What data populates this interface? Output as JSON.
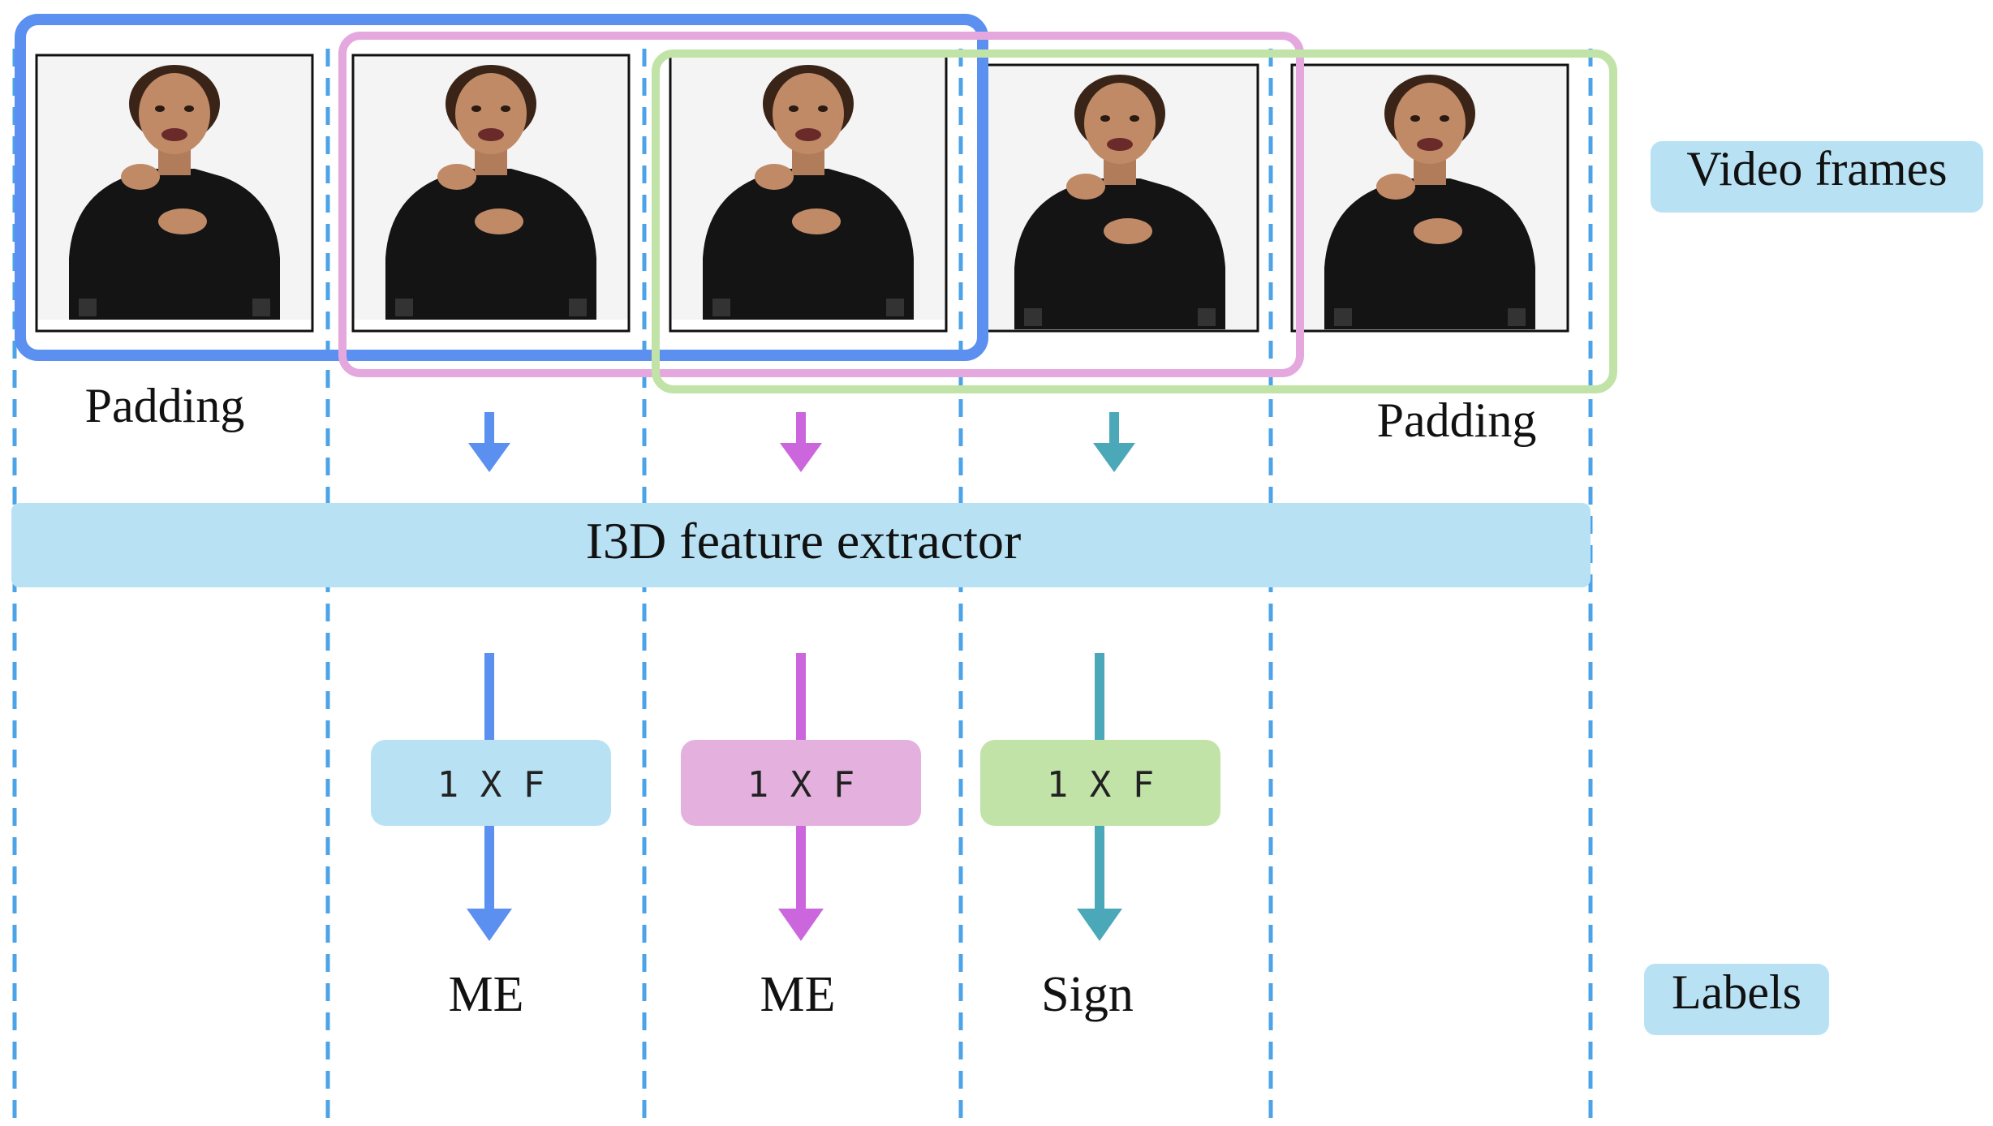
{
  "video_frames_label": "Video frames",
  "labels_label": "Labels",
  "padding_left": "Padding",
  "padding_right": "Padding",
  "extractor_label": "I3D feature extractor",
  "features": [
    {
      "text": "1 X F",
      "label": "ME",
      "color": "#5b8ff0",
      "fill": "#b8e2f4"
    },
    {
      "text": "1 X F",
      "label": "ME",
      "color": "#cc66dd",
      "fill": "#e4b1de"
    },
    {
      "text": "1 X F",
      "label": "Sign",
      "color": "#4aa8b8",
      "fill": "#c2e3a8"
    }
  ],
  "windows": [
    {
      "color": "#5b8ff0"
    },
    {
      "color": "#e4a8de"
    },
    {
      "color": "#c2e3a8"
    }
  ],
  "colors": {
    "box_fill": "#b8e2f4",
    "divider": "#4da3e8"
  }
}
